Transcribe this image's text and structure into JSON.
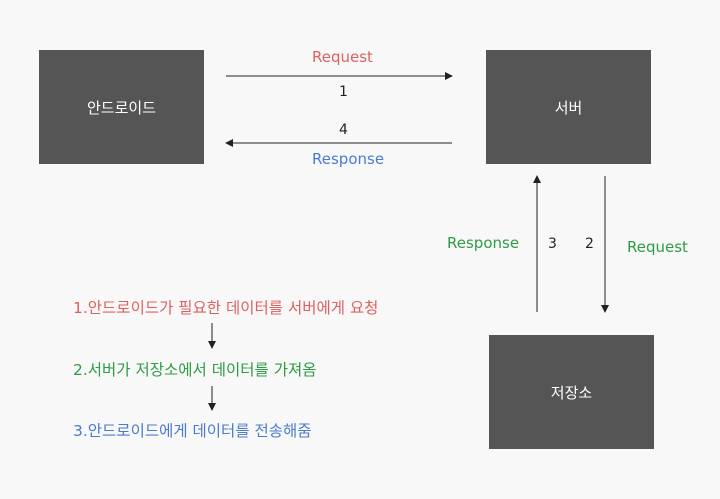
{
  "boxes": {
    "android": "안드로이드",
    "server": "서버",
    "storage": "저장소"
  },
  "arrows": {
    "request_top": "Request",
    "num1": "1",
    "num4": "4",
    "response_top": "Response",
    "response_right": "Response",
    "num3": "3",
    "num2": "2",
    "request_right": "Request"
  },
  "steps": [
    "1.안드로이드가 필요한 데이터를 서버에게 요청",
    "2.서버가 저장소에서 데이터를 가져옴",
    "3.안드로이드에게 데이터를 전송해줌"
  ],
  "colors": {
    "request": "#e06060",
    "response_blue": "#4a7bd0",
    "green": "#2e9b45",
    "box": "#555555"
  }
}
